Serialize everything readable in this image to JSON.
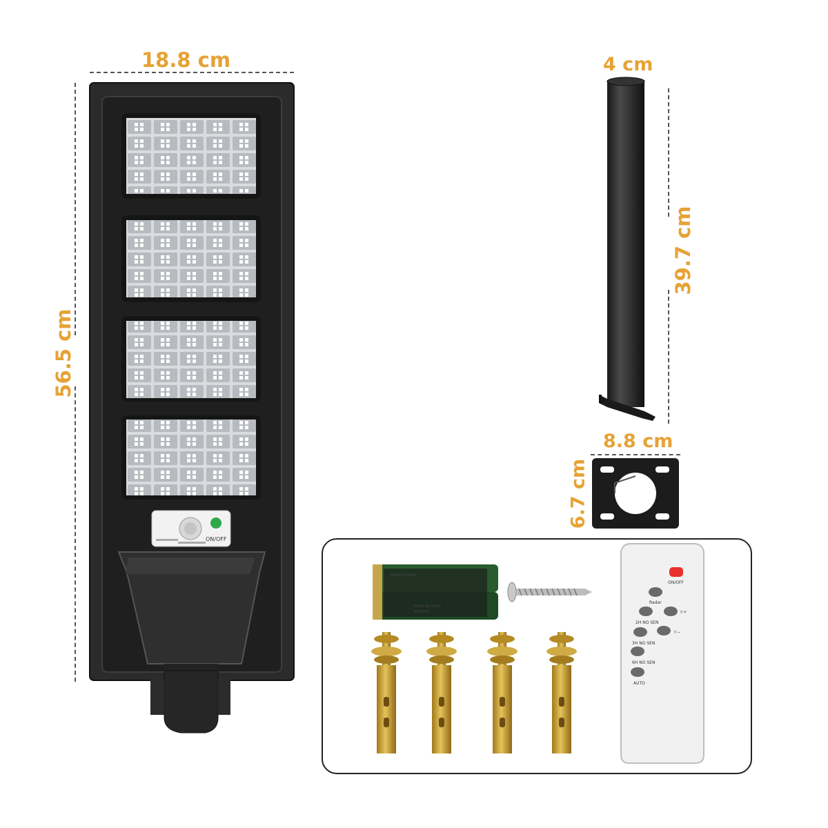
{
  "dimensions": {
    "lamp_width": "18.8 cm",
    "lamp_height": "56.5 cm",
    "pole_diameter": "4 cm",
    "pole_length": "39.7 cm",
    "bracket_width": "8.8 cm",
    "bracket_height": "6.7 cm"
  },
  "lamp": {
    "sensor_switch_label": "ON/OFF"
  },
  "accessories": {
    "battery_texts": [
      "ZHENGYUANDA",
      "MADE IN CHINA",
      "BATTERY"
    ],
    "remote_buttons": [
      "ON/OFF",
      "Radar",
      "2H NO SEN",
      "3H NO SEN",
      "6H NO SEN",
      "AUTO"
    ]
  },
  "colors": {
    "dimension_text": "#e7a235",
    "lamp_body": "#2b2b2b",
    "remote_power_button": "#e8322b"
  },
  "icons": [
    "brightness-up-icon",
    "brightness-down-icon"
  ]
}
